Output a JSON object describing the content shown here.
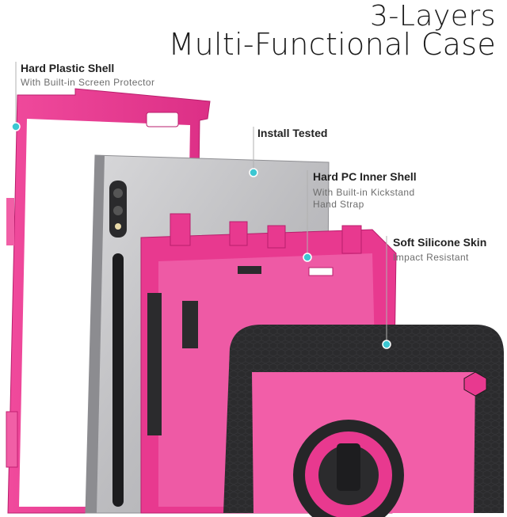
{
  "heading": {
    "line1": "3-Layers",
    "line2": "Multi-Functional Case"
  },
  "callouts": {
    "hard_plastic": {
      "title": "Hard Plastic Shell",
      "subtitle": "With Built-in Screen Protector"
    },
    "install": {
      "title": "Install Tested"
    },
    "hard_pc": {
      "title": "Hard PC Inner Shell",
      "subtitle_line1": "With Built-in Kickstand",
      "subtitle_line2": "Hand Strap"
    },
    "silicone": {
      "title": "Soft Silicone Skin",
      "subtitle": "Impact Resistant"
    }
  },
  "colors": {
    "accent_pink": "#e8398f",
    "pink_dark": "#c21f72",
    "silicone_black": "#2b2b2d",
    "tablet_grey": "#bdbdc0",
    "marker_cyan": "#3cc7d2"
  }
}
